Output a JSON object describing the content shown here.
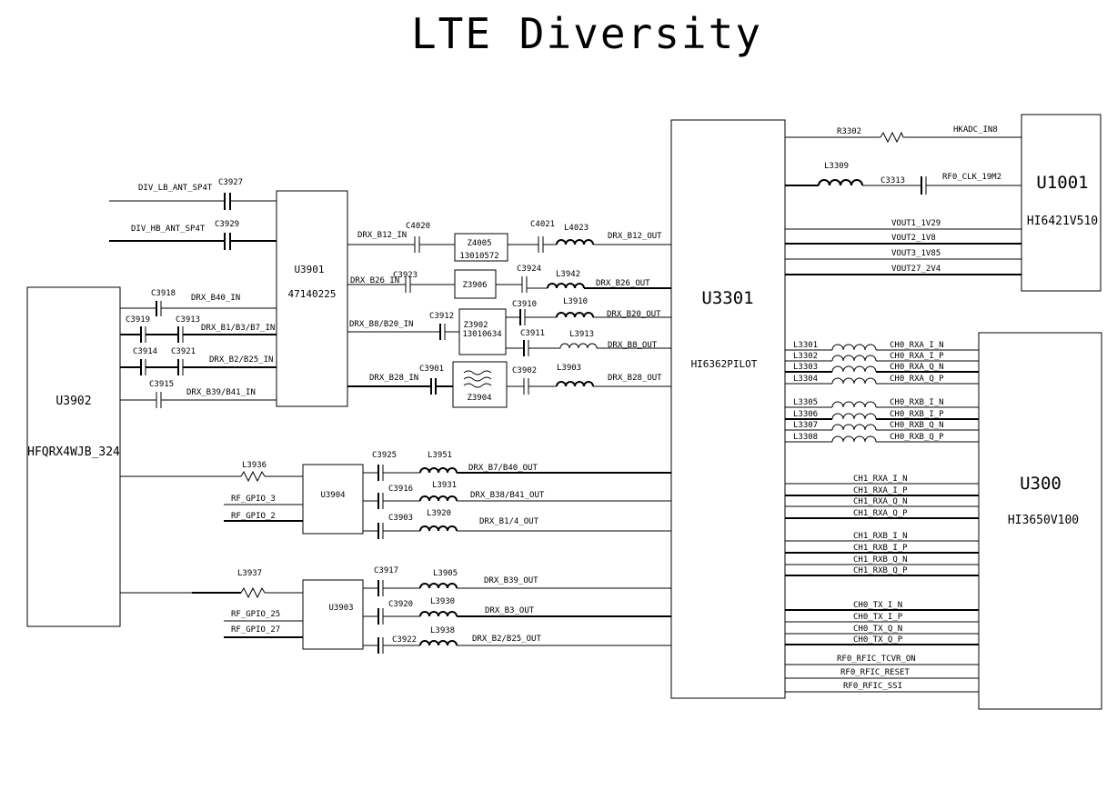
{
  "title": "LTE Diversity",
  "components": {
    "u3902": {
      "ref": "U3902",
      "part": "HFQRX4WJB_324"
    },
    "u3901": {
      "ref": "U3901",
      "part": "47140225"
    },
    "u3301": {
      "ref": "U3301",
      "part": "HI6362PILOT"
    },
    "u1001": {
      "ref": "U1001",
      "part": "HI6421V510"
    },
    "u300": {
      "ref": "U300",
      "part": "HI3650V100"
    },
    "u3904": {
      "ref": "U3904"
    },
    "u3903": {
      "ref": "U3903"
    },
    "z4005": {
      "ref": "Z4005",
      "part": "13010572"
    },
    "z3906": {
      "ref": "Z3906"
    },
    "z3902": {
      "ref": "Z3902",
      "part": "13010634"
    },
    "z3904": {
      "ref": "Z3904"
    }
  },
  "labels": {
    "div_lb": "DIV_LB_ANT_SP4T",
    "c3927": "C3927",
    "div_hb": "DIV_HB_ANT_SP4T",
    "c3929": "C3929",
    "c3918": "C3918",
    "drx_b40_in": "DRX_B40_IN",
    "c3919": "C3919",
    "c3913": "C3913",
    "drx_b1b3b7_in": "DRX_B1/B3/B7_IN",
    "c3914": "C3914",
    "c3921": "C3921",
    "drx_b2b25_in": "DRX_B2/B25_IN",
    "c3915": "C3915",
    "drx_b39b41_in": "DRX_B39/B41_IN",
    "drx_b12_in": "DRX_B12_IN",
    "c4020": "C4020",
    "c4021": "C4021",
    "l4023": "L4023",
    "drx_b12_out": "DRX_B12_OUT",
    "drx_b26_in": "DRX_B26_IN",
    "c3923": "C3923",
    "c3924": "C3924",
    "l3942": "L3942",
    "drx_b26_out": "DRX_B26_OUT",
    "drx_b8b20_in": "DRX_B8/B20_IN",
    "c3912": "C3912",
    "c3910": "C3910",
    "l3910": "L3910",
    "drx_b20_out": "DRX_B20_OUT",
    "c3911": "C3911",
    "l3913": "L3913",
    "drx_b8_out": "DRX_B8_OUT",
    "drx_b28_in": "DRX_B28_IN",
    "c3901": "C3901",
    "c3902": "C3902",
    "l3903": "L3903",
    "drx_b28_out": "DRX_B28_OUT",
    "l3936": "L3936",
    "rf_gpio_3": "RF_GPIO_3",
    "rf_gpio_2": "RF_GPIO_2",
    "c3925": "C3925",
    "l3951": "L3951",
    "drx_b7b40_out": "DRX_B7/B40_OUT",
    "c3916": "C3916",
    "l3931": "L3931",
    "drx_b38b41_out": "DRX_B38/B41_OUT",
    "c3903": "C3903",
    "l3920": "L3920",
    "drx_b14_out": "DRX_B1/4_OUT",
    "l3937": "L3937",
    "rf_gpio_25": "RF_GPIO_25",
    "rf_gpio_27": "RF_GPIO_27",
    "c3917": "C3917",
    "l3905": "L3905",
    "drx_b39_out": "DRX_B39_OUT",
    "c3920": "C3920",
    "l3930": "L3930",
    "drx_b3_out": "DRX_B3_OUT",
    "c3922": "C3922",
    "l3938": "L3938",
    "drx_b2b25_out": "DRX_B2/B25_OUT",
    "r3302": "R3302",
    "hkadc_in8": "HKADC_IN8",
    "l3309": "L3309",
    "c3313": "C3313",
    "rf0_clk": "RF0_CLK_19M2",
    "vout1": "VOUT1_1V29",
    "vout2": "VOUT2_1V8",
    "vout3": "VOUT3_1V85",
    "vout27": "VOUT27_2V4",
    "l3301": "L3301",
    "l3302": "L3302",
    "l3303": "L3303",
    "l3304": "L3304",
    "ch0_rxa_i_n": "CH0_RXA_I_N",
    "ch0_rxa_i_p": "CH0_RXA_I_P",
    "ch0_rxa_q_n": "CH0_RXA_Q_N",
    "ch0_rxa_q_p": "CH0_RXA_Q_P",
    "l3305": "L3305",
    "l3306": "L3306",
    "l3307": "L3307",
    "l3308": "L3308",
    "ch0_rxb_i_n": "CH0_RXB_I_N",
    "ch0_rxb_i_p": "CH0_RXB_I_P",
    "ch0_rxb_q_n": "CH0_RXB_Q_N",
    "ch0_rxb_q_p": "CH0_RXB_Q_P",
    "ch1_rxa_i_n": "CH1_RXA_I_N",
    "ch1_rxa_i_p": "CH1_RXA_I_P",
    "ch1_rxa_q_n": "CH1_RXA_Q_N",
    "ch1_rxa_q_p": "CH1_RXA_Q_P",
    "ch1_rxb_i_n": "CH1_RXB_I_N",
    "ch1_rxb_i_p": "CH1_RXB_I_P",
    "ch1_rxb_q_n": "CH1_RXB_Q_N",
    "ch1_rxb_q_p": "CH1_RXB_Q_P",
    "ch0_tx_i_n": "CH0_TX_I_N",
    "ch0_tx_i_p": "CH0_TX_I_P",
    "ch0_tx_q_n": "CH0_TX_Q_N",
    "ch0_tx_q_p": "CH0_TX_Q_P",
    "rf0_tcvr_on": "RF0_RFIC_TCVR_ON",
    "rf0_reset": "RF0_RFIC_RESET",
    "rf0_ssi": "RF0_RFIC_SSI"
  }
}
